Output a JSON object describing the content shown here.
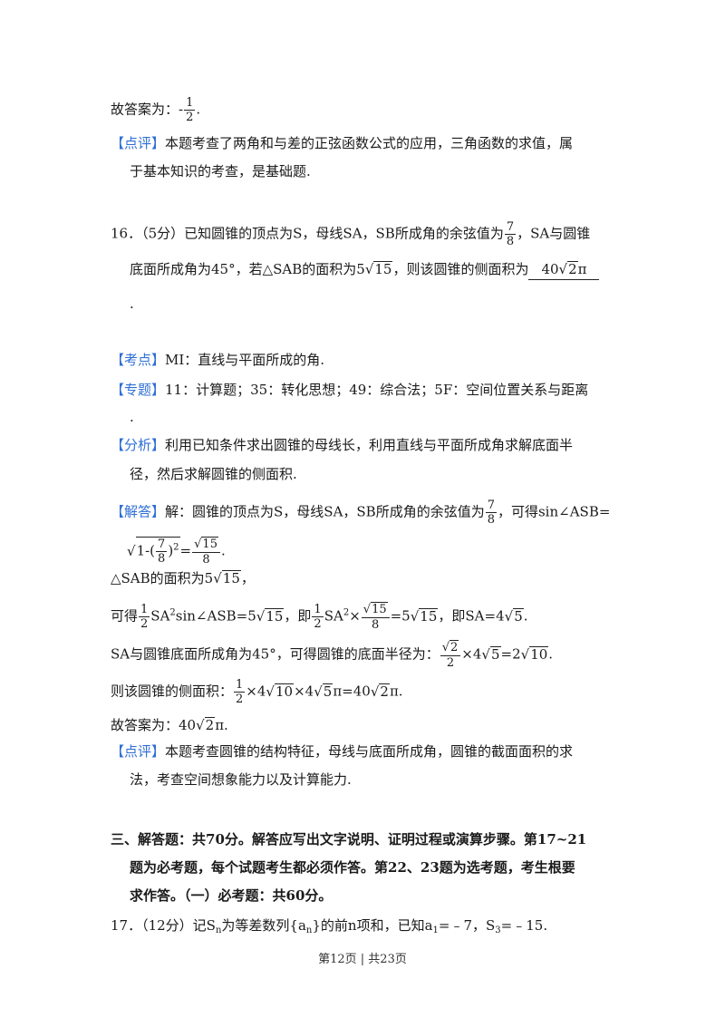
{
  "prev": {
    "answer_prefix": "故答案为：",
    "answer_num": "1",
    "answer_den": "2",
    "answer_suffix": ".",
    "review_tag": "【点评】",
    "review_line1": "本题考查了两角和与差的正弦函数公式的应用，三角函数的求值，属",
    "review_line2": "于基本知识的考查，是基础题."
  },
  "q16": {
    "number": "16．",
    "stem1_a": "（5分）已知圆锥的顶点为S，母线SA，SB所成角的余弦值为",
    "stem1_num": "7",
    "stem1_den": "8",
    "stem1_b": "，SA与圆锥",
    "stem2_a": "底面所成角为45°，若△SAB的面积为5",
    "stem2_rad": "15",
    "stem2_b": "，则该圆锥的侧面积为",
    "blank_answer_a": "40",
    "blank_answer_rad": "2",
    "blank_answer_b": "π",
    "stem3": ".",
    "kaodian_tag": "【考点】",
    "kaodian": "MI：直线与平面所成的角.",
    "zhuanti_tag": "【专题】",
    "zhuanti": "11：计算题；35：转化思想；49：综合法；5F：空间位置关系与距离",
    "zhuanti_end": ".",
    "fenxi_tag": "【分析】",
    "fenxi1": "利用已知条件求出圆锥的母线长，利用直线与平面所成角求解底面半",
    "fenxi2": "径，然后求解圆锥的侧面积.",
    "jieda_tag": "【解答】",
    "jd1_a": "解：圆锥的顶点为S，母线SA，SB所成角的余弦值为",
    "jd1_num": "7",
    "jd1_den": "8",
    "jd1_b": "，可得sin∠ASB=",
    "jd2_a": "1-(",
    "jd2_num": "7",
    "jd2_den": "8",
    "jd2_b": ")",
    "jd2_sup": "2",
    "jd2_eq": "=",
    "jd2_rnum": "15",
    "jd2_rden": "8",
    "jd2_end": ".",
    "jd3_a": "△SAB的面积为5",
    "jd3_rad": "15",
    "jd3_b": "，",
    "jd4_a": "可得",
    "jd4_num": "1",
    "jd4_den": "2",
    "jd4_b": "SA",
    "jd4_sup": "2",
    "jd4_c": "sin∠ASB=5",
    "jd4_rad1": "15",
    "jd4_d": "，即",
    "jd4_num2": "1",
    "jd4_den2": "2",
    "jd4_e": "SA",
    "jd4_sup2": "2",
    "jd4_f": "×",
    "jd4_fnum": "15",
    "jd4_fden": "8",
    "jd4_g": "=5",
    "jd4_rad2": "15",
    "jd4_h": "，即SA=4",
    "jd4_rad3": "5",
    "jd4_i": ".",
    "jd5_a": "SA与圆锥底面所成角为45°，可得圆锥的底面半径为：",
    "jd5_num": "2",
    "jd5_den": "2",
    "jd5_b": "×4",
    "jd5_rad1": "5",
    "jd5_c": "=2",
    "jd5_rad2": "10",
    "jd5_d": ".",
    "jd6_a": "则该圆锥的侧面积：",
    "jd6_num": "1",
    "jd6_den": "2",
    "jd6_b": "×4",
    "jd6_rad1": "10",
    "jd6_c": "×4",
    "jd6_rad2": "5",
    "jd6_d": "π=40",
    "jd6_rad3": "2",
    "jd6_e": "π.",
    "jd7_a": "故答案为：40",
    "jd7_rad": "2",
    "jd7_b": "π.",
    "dianping_tag": "【点评】",
    "dianping1": "本题考查圆锥的结构特征，母线与底面所成角，圆锥的截面面积的求",
    "dianping2": "法，考查空间想象能力以及计算能力."
  },
  "section3": {
    "line1": "三、解答题：共70分。解答应写出文字说明、证明过程或演算步骤。第17~21",
    "line2": "题为必考题，每个试题考生都必须作答。第22、23题为选考题，考生根要",
    "line3": "求作答。（一）必考题：共60分。"
  },
  "q17": {
    "number": "17．",
    "a": "（12分）记S",
    "sub1": "n",
    "b": "为等差数列{a",
    "sub2": "n",
    "c": "}的前n项和，已知a",
    "sub3": "1",
    "d": "=﹣7，S",
    "sub4": "3",
    "e": "=﹣15."
  },
  "footer": {
    "text": "第12页 | 共23页"
  }
}
